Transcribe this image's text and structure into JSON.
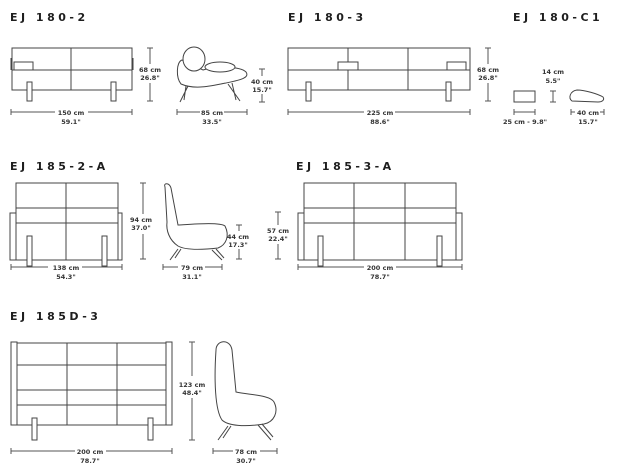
{
  "models": [
    {
      "name": "EJ 180-2",
      "width": {
        "cm": "150 cm",
        "in": "59.1\""
      },
      "height": {
        "cm": "68 cm",
        "in": "26.8\""
      },
      "depth": {
        "cm": "85 cm",
        "in": "33.5\""
      },
      "seat_height": {
        "cm": "40 cm",
        "in": "15.7\""
      }
    },
    {
      "name": "EJ 180-3",
      "width": {
        "cm": "225 cm",
        "in": "88.6\""
      },
      "height": {
        "cm": "68 cm",
        "in": "26.8\""
      }
    },
    {
      "name": "EJ 180-C1",
      "cushion_height": {
        "cm": "14 cm",
        "in": "5.5\""
      },
      "cushion_width": "25 cm - 9.8\"",
      "cushion_length": {
        "cm": "40 cm",
        "in": "15.7\""
      }
    },
    {
      "name": "EJ 185-2-A",
      "width": {
        "cm": "138 cm",
        "in": "54.3\""
      },
      "height": {
        "cm": "94 cm",
        "in": "37.0\""
      },
      "depth": {
        "cm": "79 cm",
        "in": "31.1\""
      },
      "seat_height": {
        "cm": "44 cm",
        "in": "17.3\""
      }
    },
    {
      "name": "EJ 185-3-A",
      "width": {
        "cm": "200 cm",
        "in": "78.7\""
      },
      "height": {
        "cm": "57 cm",
        "in": "22.4\""
      }
    },
    {
      "name": "EJ 185D-3",
      "width": {
        "cm": "200 cm",
        "in": "78.7\""
      },
      "height": {
        "cm": "123 cm",
        "in": "48.4\""
      },
      "depth": {
        "cm": "78 cm",
        "in": "30.7\""
      }
    }
  ]
}
